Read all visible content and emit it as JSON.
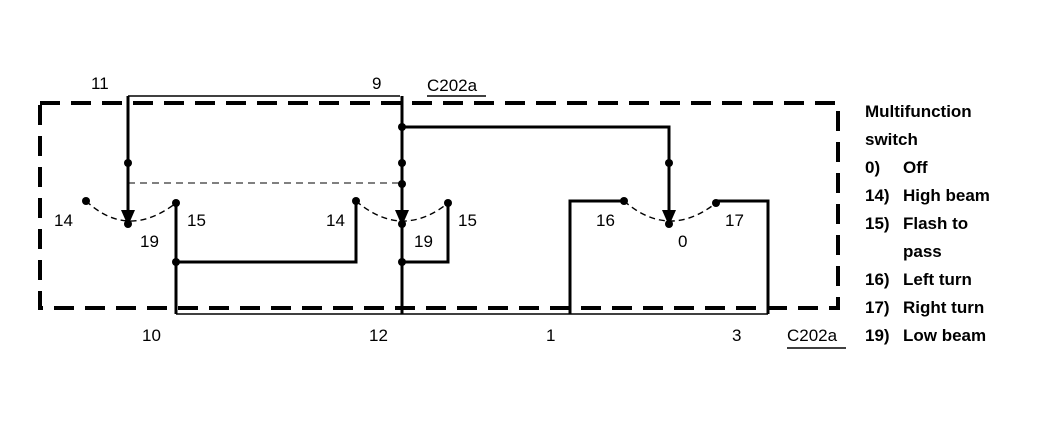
{
  "connector_top": "C202a",
  "connector_bottom": "C202a",
  "pins_top": {
    "p11": "11",
    "p9": "9"
  },
  "pins_bottom": {
    "p10": "10",
    "p12": "12",
    "p1": "1",
    "p3": "3"
  },
  "switch_a": {
    "left": "14",
    "center": "19",
    "right": "15"
  },
  "switch_b": {
    "left": "14",
    "center": "19",
    "right": "15"
  },
  "switch_c": {
    "left": "16",
    "center": "0",
    "right": "17"
  },
  "legend": {
    "title1": "Multifunction",
    "title2": "switch",
    "items": [
      {
        "num": "0)",
        "text": "Off"
      },
      {
        "num": "14)",
        "text": "High beam"
      },
      {
        "num": "15)",
        "text": "Flash to"
      },
      {
        "num": "",
        "text": "pass"
      },
      {
        "num": "16)",
        "text": "Left turn"
      },
      {
        "num": "17)",
        "text": "Right turn"
      },
      {
        "num": "19)",
        "text": "Low beam"
      }
    ]
  }
}
